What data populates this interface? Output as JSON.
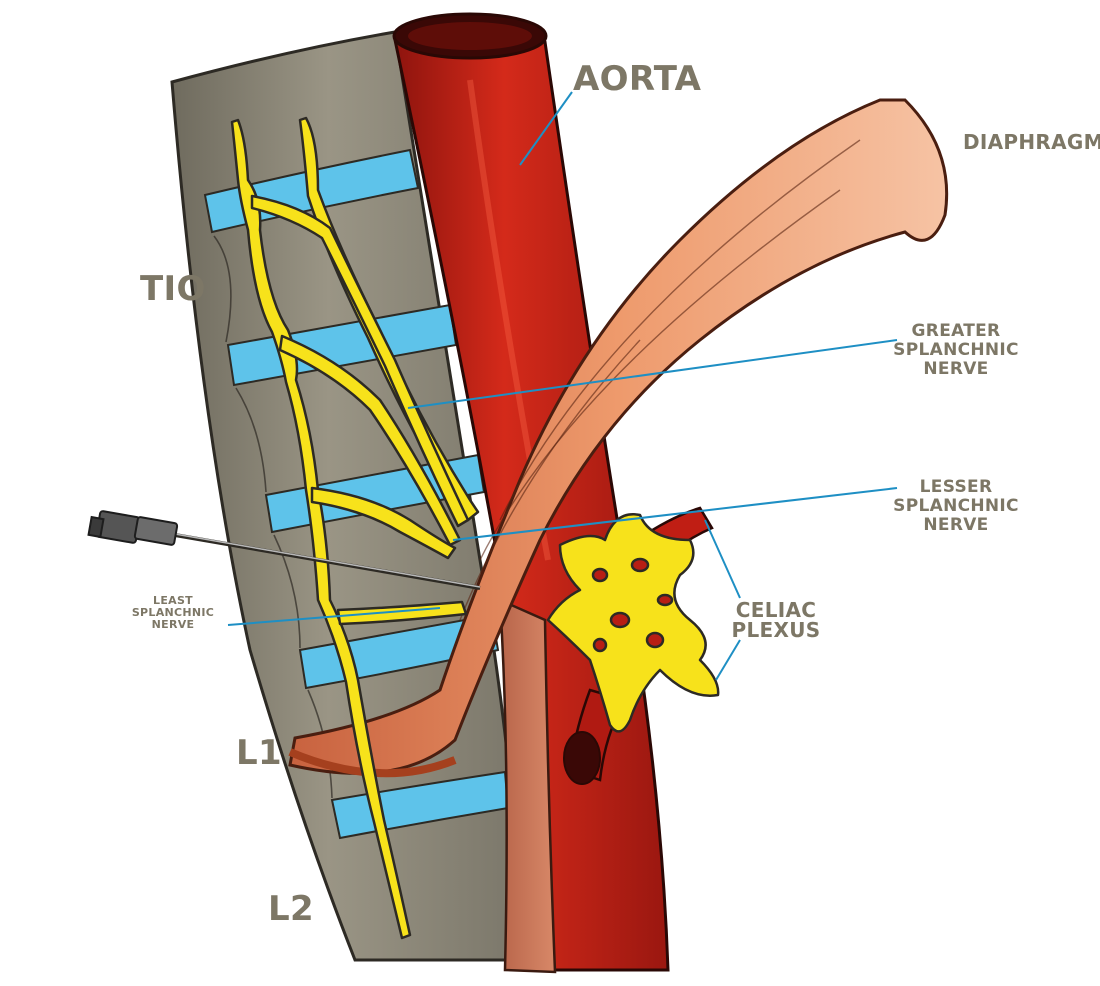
{
  "labels": {
    "aorta": "AORTA",
    "diaphragm": "DIAPHRAGM",
    "t10": "TIO",
    "l1": "L1",
    "l2": "L2",
    "greater_splanchnic": "GREATER\nSPLANCHNIC\nNERVE",
    "lesser_splanchnic": "LESSER\nSPLANCHNIC\nNERVE",
    "least_splanchnic": "LEAST\nSPLANCHNIC\nNERVE",
    "celiac_plexus": "CELIAC\nPLEXUS"
  },
  "colors": {
    "label_text": "#7d7766",
    "leader_line": "#1e8fc4",
    "aorta": "#b81e14",
    "diaphragm": "#e8845c",
    "nerve": "#f7e21b",
    "vertebra": "#8e8a7a",
    "disc": "#5ec3ea"
  },
  "icons": {
    "needle": "needle-icon"
  }
}
